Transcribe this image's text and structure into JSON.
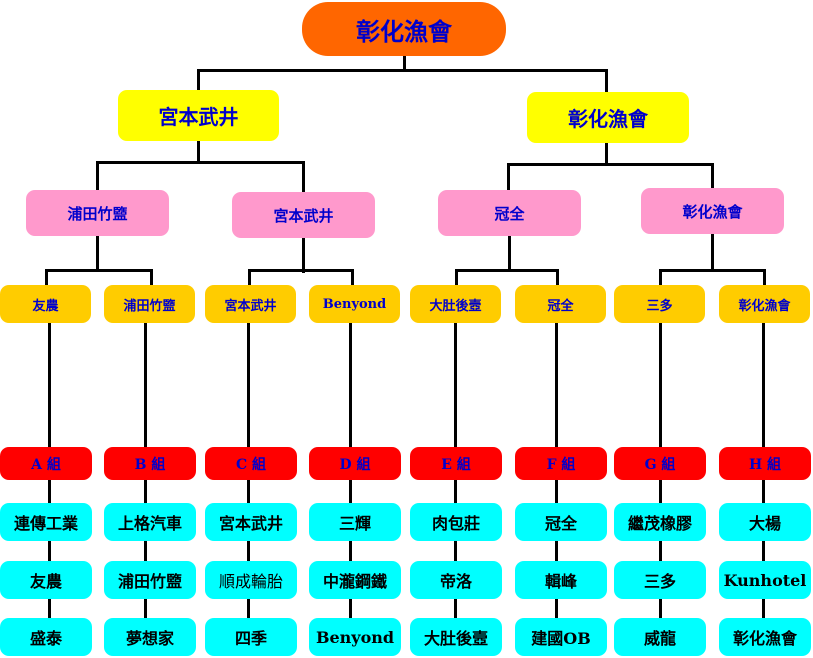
{
  "champion": "彰化漁會",
  "semifinal": [
    "宮本武井",
    "彰化漁會"
  ],
  "quarterfinal": [
    "浦田竹盬",
    "宮本武井",
    "冠全",
    "彰化漁會"
  ],
  "round16": [
    "友農",
    "浦田竹盬",
    "宮本武井",
    "Benyond",
    "大肚後壼",
    "冠全",
    "三多",
    "彰化漁會"
  ],
  "groups": [
    {
      "label": "A 組",
      "teams": [
        "連傳工業",
        "友農",
        "盛泰"
      ]
    },
    {
      "label": "B 組",
      "teams": [
        "上格汽車",
        "浦田竹盬",
        "夢想家"
      ]
    },
    {
      "label": "C 組",
      "teams": [
        "宮本武井",
        "順成輪胎",
        "四季"
      ]
    },
    {
      "label": "D 組",
      "teams": [
        "三輝",
        "中瀧鋼鐵",
        "Benyond"
      ]
    },
    {
      "label": "E 組",
      "teams": [
        "肉包莊",
        "帝洛",
        "大肚後壼"
      ]
    },
    {
      "label": "F 組",
      "teams": [
        "冠全",
        "輯峰",
        "建國OB"
      ]
    },
    {
      "label": "G 組",
      "teams": [
        "繼茂橡膠",
        "三多",
        "威龍"
      ]
    },
    {
      "label": "H 組",
      "teams": [
        "大楊",
        "Kunhotel",
        "彰化漁會"
      ]
    }
  ]
}
